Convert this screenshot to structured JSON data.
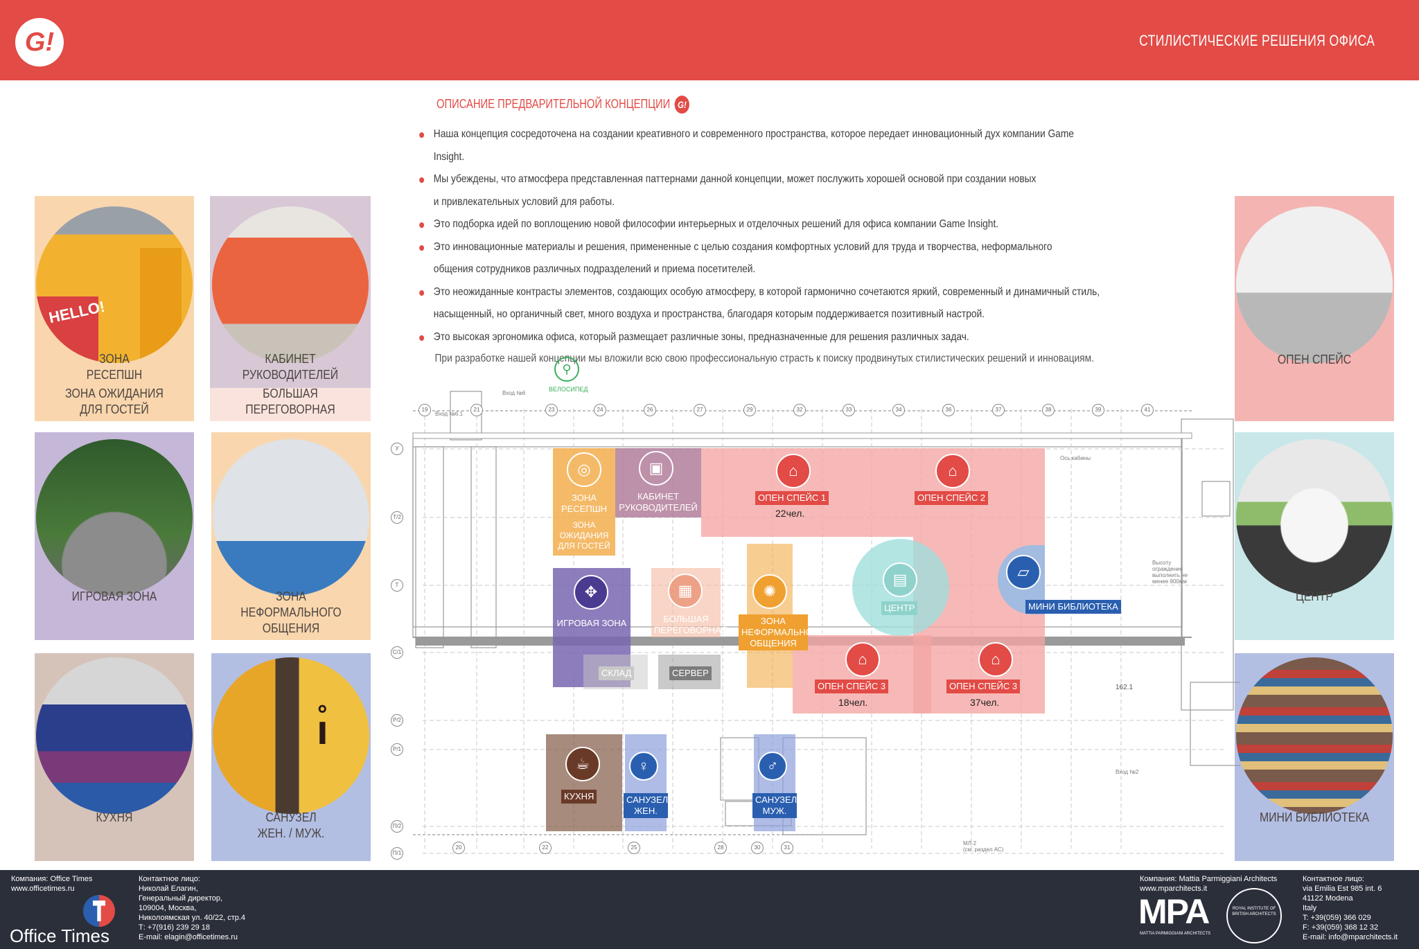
{
  "header": {
    "logo": "G!",
    "title": "СТИЛИСТИЧЕСКИЕ РЕШЕНИЯ ОФИСА",
    "bg": "#e24b46"
  },
  "cards": [
    {
      "lines": [
        "ЗОНА",
        "РЕСЕПШН",
        "ЗОНА ОЖИДАНИЯ",
        "ДЛЯ ГОСТЕЙ"
      ],
      "photo_text": "HELLO!"
    },
    {
      "lines": [
        "КАБИНЕТ",
        "РУКОВОДИТЕЛЕЙ",
        "БОЛЬШАЯ",
        "ПЕРЕГОВОРНАЯ"
      ]
    },
    {
      "lines": [
        "ИГРОВАЯ ЗОНА"
      ]
    },
    {
      "lines": [
        "ЗОНА",
        "НЕФОРМАЛЬНОГО",
        "ОБЩЕНИЯ"
      ]
    },
    {
      "lines": [
        "КУХНЯ"
      ]
    },
    {
      "lines": [
        "САНУЗЕЛ",
        "ЖЕН. / МУЖ."
      ]
    },
    {
      "lines": [
        "ОПЕН СПЕЙС"
      ]
    },
    {
      "lines": [
        "ЦЕНТР"
      ]
    },
    {
      "lines": [
        "МИНИ БИБЛИОТЕКА"
      ]
    }
  ],
  "concept": {
    "title": "ОПИСАНИЕ ПРЕДВАРИТЕЛЬНОЙ КОНЦЕПЦИИ",
    "title_badge": "G!",
    "bullets": [
      "Наша концепция сосредоточена на создании креативного и современного пространства, которое передает инновационный дух компании Game Insight.",
      "Мы убеждены, что атмосфера представленная паттернами данной концепции, может послужить хорошей основой при создании новых\nи привлекательных условий для работы.",
      "Это подборка идей по воплощению новой философии интерьерных и отделочных решений для офиса компании Game Insight.",
      "Это инновационные материалы и решения, примененные с целью создания комфортных условий для труда и творчества, неформального\nобщения сотрудников различных подразделений и приема посетителей.",
      "Это неожиданные контрасты элементов, создающих особую атмосферу, в которой гармонично сочетаются яркий, современный и динамичный стиль,\nнасыщенный, но органичный свет, много воздуха и пространства, благодаря которым поддерживается позитивный настрой.",
      "Это высокая эргономика офиса, который размещает различные зоны, предназначенные для решения различных задач."
    ],
    "note": "При разработке нашей концепции мы вложили всю свою профессиональную страсть к поиску продвинутых стилистических решений и инновациям."
  },
  "plan": {
    "bike": "ВЕЛОСИПЕД",
    "zones": {
      "reception": "ЗОНА\nРЕСЕПШН",
      "waiting": "ЗОНА\nОЖИДАНИЯ\nДЛЯ ГОСТЕЙ",
      "managers": "КАБИНЕТ\nРУКОВОДИТЕЛЕЙ",
      "open1": "ОПЕН СПЕЙС 1",
      "open1_count": "22чел.",
      "open2": "ОПЕН СПЕЙС 2",
      "game": "ИГРОВАЯ ЗОНА",
      "meeting": "БОЛЬШАЯ\nПЕРЕГОВОРНАЯ",
      "informal": "ЗОНА\nНЕФОРМАЛЬНОГО\nОБЩЕНИЯ",
      "center": "ЦЕНТР",
      "library": "МИНИ БИБЛИОТЕКА",
      "storage": "СКЛАД",
      "server": "СЕРВЕР",
      "open3a": "ОПЕН СПЕЙС 3",
      "open3a_count": "18чел.",
      "open3b": "ОПЕН СПЕЙС 3",
      "open3b_count": "37чел.",
      "kitchen": "КУХНЯ",
      "wc_f": "САНУЗЕЛ\nЖЕН.",
      "wc_m": "САНУЗЕЛ\nМУЖ."
    },
    "axes_top": [
      "19",
      "21",
      "23",
      "24",
      "26",
      "27",
      "29",
      "32",
      "33",
      "34",
      "36",
      "37",
      "38",
      "39",
      "41"
    ],
    "axes_bottom": [
      "20",
      "22",
      "25",
      "28",
      "30",
      "31"
    ],
    "axes_left": [
      "У",
      "Т/2",
      "Т",
      "С/1",
      "Р/2",
      "Р/1",
      "П/2",
      "П/1"
    ],
    "notes": [
      "Вход №6",
      "Вход №6.1",
      "Ось кабины",
      "Высоту ограждения выполнить не менее 900мм",
      "Вход №2",
      "162.1",
      "МЛ-2\n(см. раздел АС)"
    ]
  },
  "footer": {
    "left_company": "Компания: Office Times",
    "left_site": "www.officetimes.ru",
    "left_brand": "Office Times",
    "left_contact": [
      "Контактное лицо:",
      "Николай Елагин,",
      "Генеральный директор,",
      "109004, Москва,",
      "Николоямская ул. 40/22, стр.4",
      "Т: +7(916) 239 29 18",
      "E-mail: elagin@officetimes.ru"
    ],
    "right_company": "Компания: Mattia Parmiggiani Architects",
    "right_site": "www.mparchitects.it",
    "right_brand": "MPA",
    "right_brand_sub": "MATTIA PARMIGGIANI ARCHITECTS",
    "right_contact": [
      "Контактное лицо:",
      "via Emilia Est 985 int. 6",
      "41122 Modena",
      "Italy",
      "T: +39(059) 366 029",
      "F: +39(059) 368 12 32",
      "E-mail: info@mparchitects.it"
    ],
    "riba": "ROYAL INSTITUTE OF BRITISH ARCHITECTS"
  }
}
